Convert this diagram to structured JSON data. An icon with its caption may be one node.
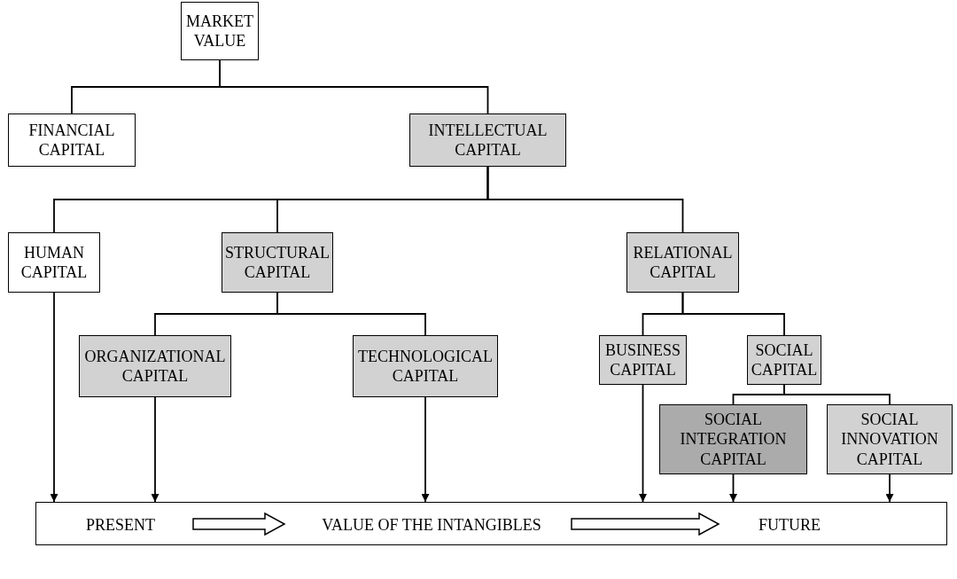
{
  "diagram": {
    "nodes": [
      {
        "text": [
          "MARKET VALUE"
        ]
      },
      {
        "text": [
          "FINANCIAL CAPITAL"
        ]
      },
      {
        "text": [
          "INTELLECTUAL CAPITAL"
        ]
      },
      {
        "text": [
          "HUMAN CAPITAL"
        ]
      },
      {
        "text": [
          "STRUCTURAL CAPITAL"
        ]
      },
      {
        "text": [
          "RELATIONAL CAPITAL"
        ]
      },
      {
        "text": [
          "ORGANIZATIONAL CAPITAL"
        ]
      },
      {
        "text": [
          "TECHNOLOGICAL CAPITAL"
        ]
      },
      {
        "text": [
          "BUSINESS CAPITAL"
        ]
      },
      {
        "text": [
          "SOCIAL CAPITAL"
        ]
      },
      {
        "text": [
          "SOCIAL INTEGRATION CAPITAL"
        ]
      },
      {
        "text": [
          "SOCIAL INNOVATION CAPITAL"
        ]
      },
      {
        "text": [],
        "shape": "box"
      },
      {
        "text": [
          "PRESENT"
        ],
        "in": 12
      },
      {
        "text": [
          "VALUE OF THE INTANGIBLES"
        ],
        "in": 12
      },
      {
        "text": [
          "FUTURE"
        ],
        "in": 12
      }
    ],
    "edges": [
      {
        "from": 0,
        "to": 1,
        "arrow": "none"
      },
      {
        "from": 0,
        "to": 2,
        "arrow": "none"
      },
      {
        "from": 2,
        "to": 3,
        "arrow": "none"
      },
      {
        "from": 2,
        "to": 4,
        "arrow": "none"
      },
      {
        "from": 2,
        "to": 5,
        "arrow": "none"
      },
      {
        "from": 4,
        "to": 6,
        "arrow": "none"
      },
      {
        "from": 4,
        "to": 7,
        "arrow": "none"
      },
      {
        "from": 5,
        "to": 8,
        "arrow": "none"
      },
      {
        "from": 5,
        "to": 9,
        "arrow": "none"
      },
      {
        "from": 9,
        "to": 10,
        "arrow": "none"
      },
      {
        "from": 9,
        "to": 11,
        "arrow": "none"
      },
      {
        "from": 3,
        "to": 12,
        "arrow": "to"
      },
      {
        "from": 6,
        "to": 12,
        "arrow": "to"
      },
      {
        "from": 7,
        "to": 12,
        "arrow": "to"
      },
      {
        "from": 8,
        "to": 12,
        "arrow": "to"
      },
      {
        "from": 10,
        "to": 12,
        "arrow": "to"
      },
      {
        "from": 11,
        "to": 12,
        "arrow": "to"
      },
      {
        "from": 13,
        "to": 14,
        "arrow": "to",
        "style": "thick"
      },
      {
        "from": 14,
        "to": 15,
        "arrow": "to",
        "style": "thick"
      }
    ]
  }
}
